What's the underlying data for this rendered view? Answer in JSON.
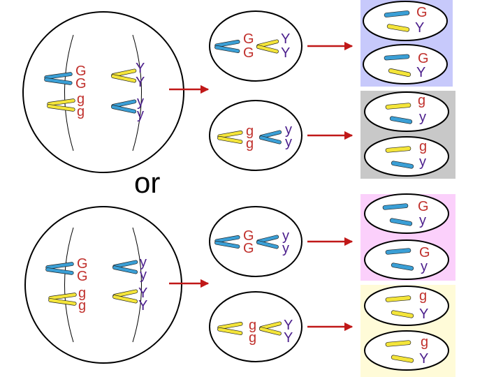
{
  "colors": {
    "G": "#c0302c",
    "g": "#c0302c",
    "Y": "#4b1e8c",
    "y": "#4b1e8c",
    "blue_chromosome": "#3a9fd6",
    "yellow_chromosome": "#f4e53a",
    "arrow": "#c01818",
    "panel_blue": "#c7c9fb",
    "panel_gray": "#c8c8c8",
    "panel_pink": "#fbd0fb",
    "panel_yellow": "#fffbd8"
  },
  "or_label": "or",
  "top_parent": {
    "left_alleles": [
      "G",
      "G",
      "g",
      "g"
    ],
    "right_alleles": [
      "Y",
      "Y",
      "y",
      "y"
    ]
  },
  "bottom_parent": {
    "left_alleles": [
      "G",
      "G",
      "g",
      "g"
    ],
    "right_alleles": [
      "y",
      "y",
      "Y",
      "Y"
    ]
  },
  "middle_cells": [
    {
      "left": [
        "G",
        "G"
      ],
      "right": [
        "Y",
        "Y"
      ]
    },
    {
      "left": [
        "g",
        "g"
      ],
      "right": [
        "y",
        "y"
      ]
    },
    {
      "left": [
        "G",
        "G"
      ],
      "right": [
        "y",
        "y"
      ]
    },
    {
      "left": [
        "g",
        "g"
      ],
      "right": [
        "Y",
        "Y"
      ]
    }
  ],
  "gametes": [
    {
      "panel": "blue",
      "top": "G",
      "bottom": "Y"
    },
    {
      "panel": "blue",
      "top": "G",
      "bottom": "Y"
    },
    {
      "panel": "gray",
      "top": "g",
      "bottom": "y"
    },
    {
      "panel": "gray",
      "top": "g",
      "bottom": "y"
    },
    {
      "panel": "pink",
      "top": "G",
      "bottom": "y"
    },
    {
      "panel": "pink",
      "top": "G",
      "bottom": "y"
    },
    {
      "panel": "yellow",
      "top": "g",
      "bottom": "Y"
    },
    {
      "panel": "yellow",
      "top": "g",
      "bottom": "Y"
    }
  ]
}
